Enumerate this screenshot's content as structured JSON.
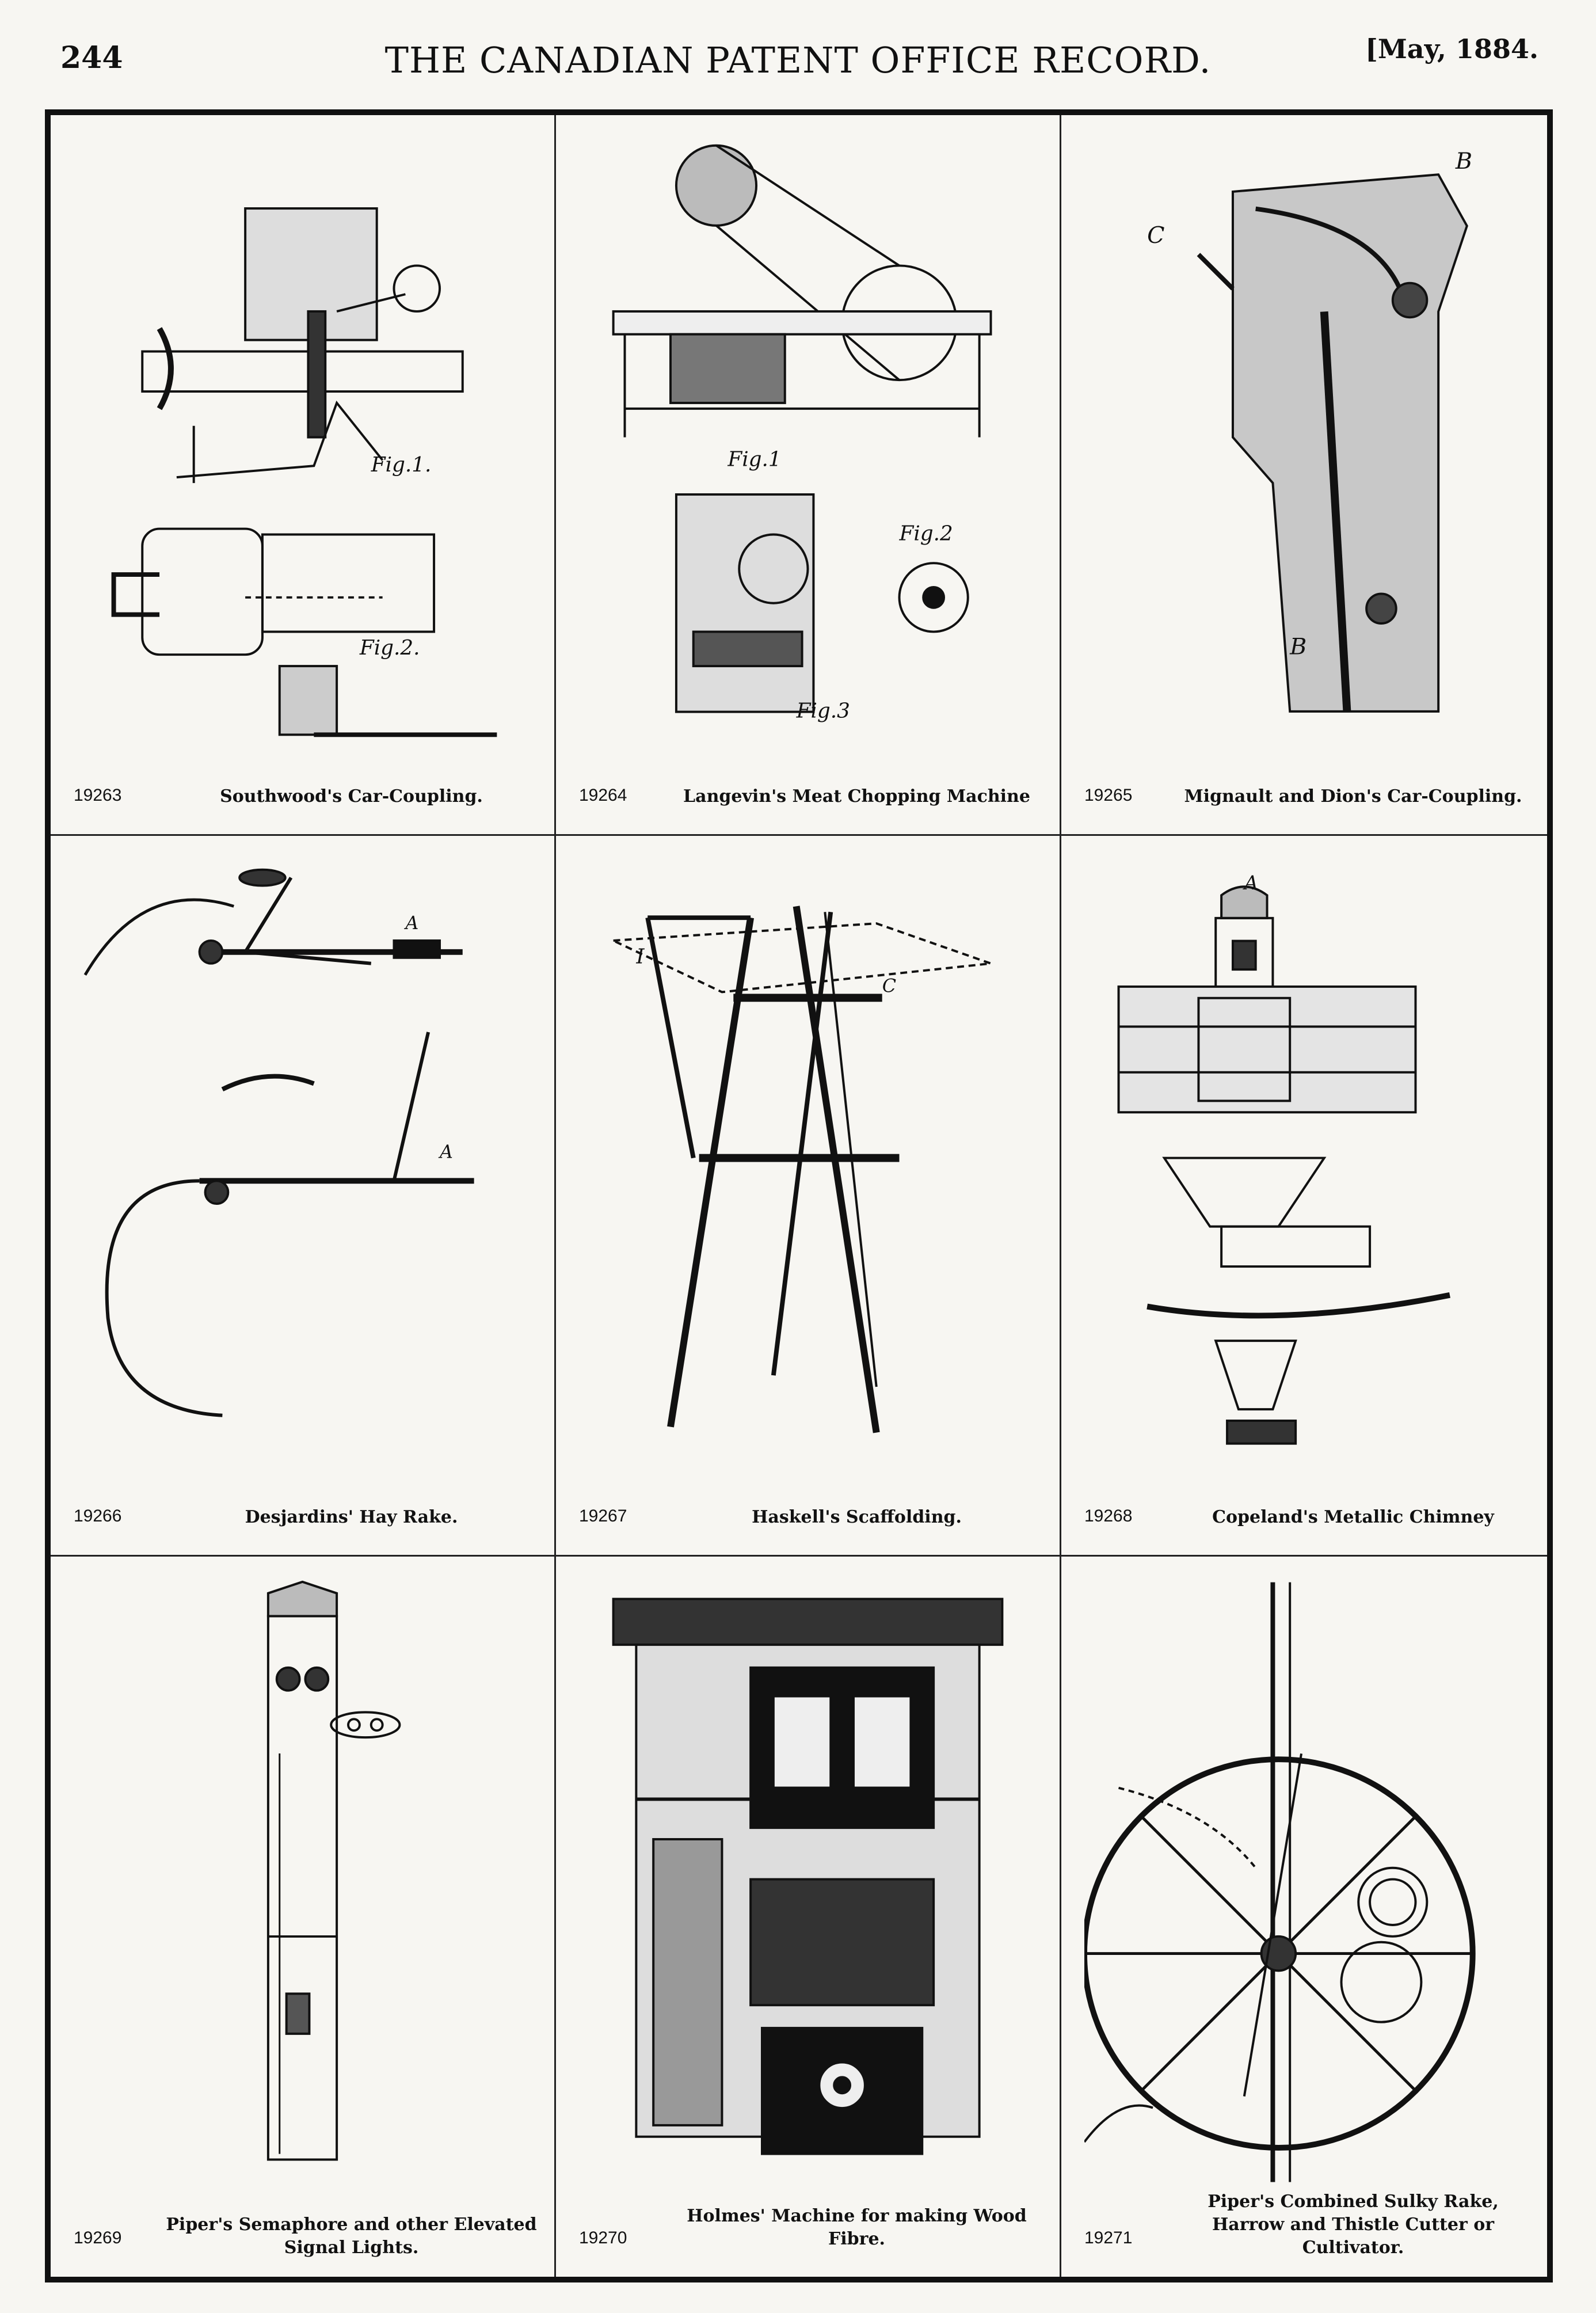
{
  "header": {
    "page_number": "244",
    "publication_title": "THE CANADIAN PATENT OFFICE RECORD.",
    "issue_date": "[May, 1884."
  },
  "patents": [
    {
      "number": "19263",
      "title": "Southwood's Car-Coupling."
    },
    {
      "number": "19264",
      "title": "Langevin's Meat Chopping Machine"
    },
    {
      "number": "19265",
      "title": "Mignault and Dion's Car-Coupling."
    },
    {
      "number": "19266",
      "title": "Desjardins' Hay Rake."
    },
    {
      "number": "19267",
      "title": "Haskell's Scaffolding."
    },
    {
      "number": "19268",
      "title": "Copeland's Metallic Chimney"
    },
    {
      "number": "19269",
      "title": "Piper's Semaphore and other Elevated Signal Lights."
    },
    {
      "number": "19270",
      "title": "Holmes' Machine for making Wood Fibre."
    },
    {
      "number": "19271",
      "title": "Piper's Combined Sulky Rake, Harrow and Thistle Cutter or Cultivator."
    }
  ]
}
